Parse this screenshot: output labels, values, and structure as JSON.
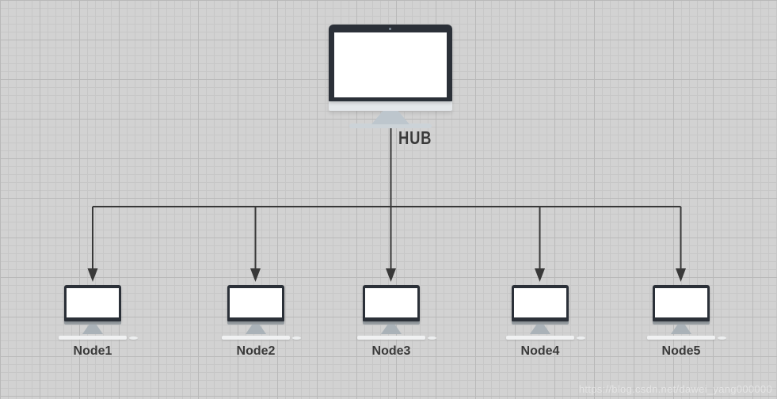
{
  "hub": {
    "label": "HUB"
  },
  "nodes": [
    {
      "label": "Node1"
    },
    {
      "label": "Node2"
    },
    {
      "label": "Node3"
    },
    {
      "label": "Node4"
    },
    {
      "label": "Node5"
    }
  ],
  "watermark": {
    "text": "https://blog.csdn.net/dawei_yang000000"
  },
  "colors": {
    "background": "#d2d2d2",
    "grid_minor": "#c7c7c7",
    "grid_major": "#b9b9b9",
    "monitor_frame": "#2b3038",
    "monitor_screen": "#ffffff",
    "stand": "#bdc6cd",
    "chin": "#e4e7ea",
    "connector": "#383838",
    "label_text": "#3a3a3a",
    "watermark_text": "#e9e9e9"
  }
}
